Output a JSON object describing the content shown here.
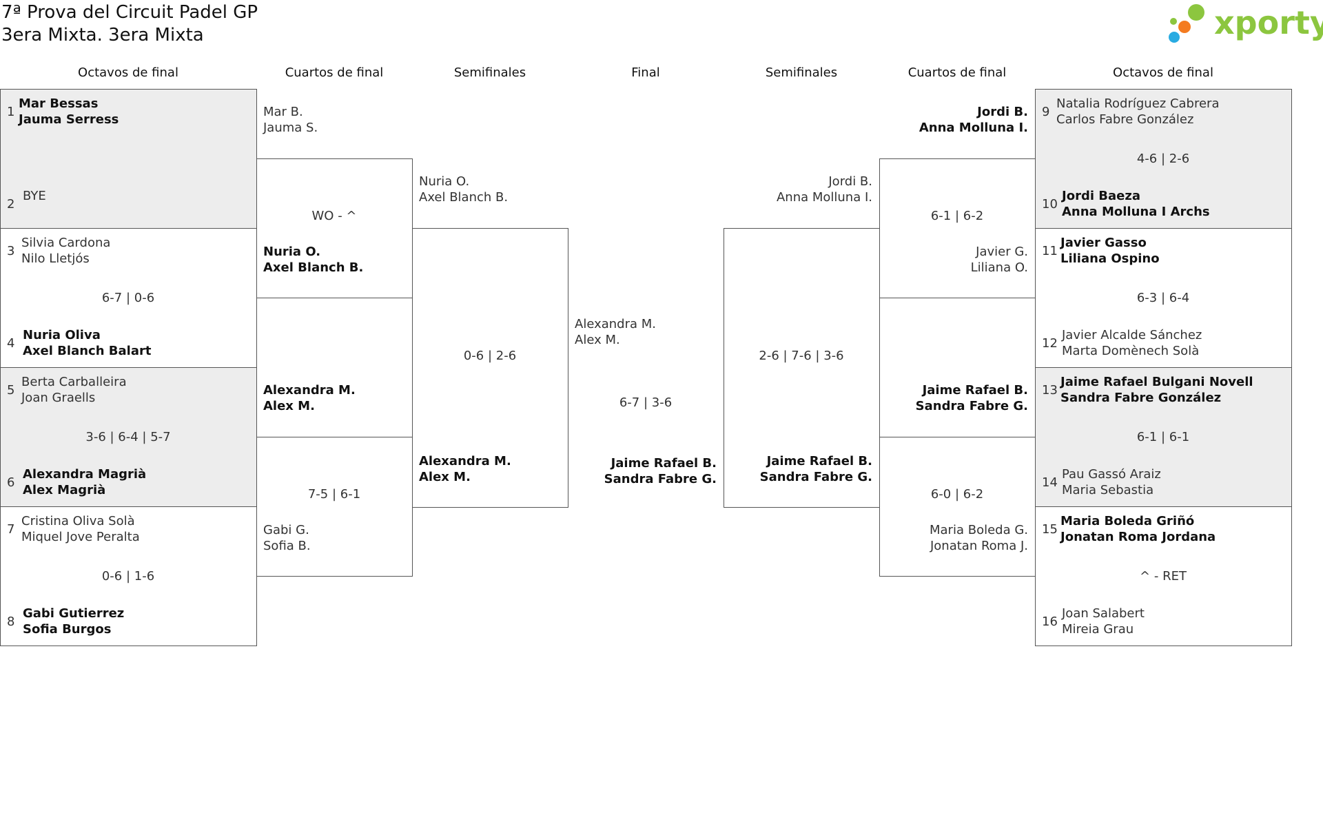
{
  "header": {
    "title_line1": "7ª Prova del Circuit Padel GP",
    "title_line2": "3era Mixta. 3era Mixta",
    "logo_text": "xporty",
    "logo_colors": [
      "#8cc63f",
      "#f47b20",
      "#29abe2"
    ]
  },
  "rounds": {
    "left": [
      "Octavos de final",
      "Cuartos de final",
      "Semifinales"
    ],
    "final": "Final",
    "right": [
      "Semifinales",
      "Cuartos de final",
      "Octavos de final"
    ]
  },
  "left_r16": [
    {
      "seed_a": "1",
      "a1": "Mar Bessas",
      "a2": "Jauma Serress",
      "seed_b": "2",
      "b1": "BYE",
      "b2": "",
      "score": "",
      "winner": "a",
      "shaded": true
    },
    {
      "seed_a": "3",
      "a1": "Silvia Cardona",
      "a2": "Nilo Lletjós",
      "seed_b": "4",
      "b1": "Nuria Oliva",
      "b2": "Axel Blanch Balart",
      "score": "6-7 | 0-6",
      "winner": "b",
      "shaded": false
    },
    {
      "seed_a": "5",
      "a1": "Berta Carballeira",
      "a2": "Joan Graells",
      "seed_b": "6",
      "b1": "Alexandra Magrià",
      "b2": "Alex Magrià",
      "score": "3-6 | 6-4 | 5-7",
      "winner": "b",
      "shaded": true
    },
    {
      "seed_a": "7",
      "a1": "Cristina Oliva Solà",
      "a2": "Miquel Jove Peralta",
      "seed_b": "8",
      "b1": "Gabi Gutierrez",
      "b2": "Sofia Burgos",
      "score": "0-6 | 1-6",
      "winner": "b",
      "shaded": false
    }
  ],
  "right_r16": [
    {
      "seed_a": "9",
      "a1": "Natalia Rodríguez Cabrera",
      "a2": "Carlos Fabre González",
      "seed_b": "10",
      "b1": "Jordi Baeza",
      "b2": "Anna Molluna I Archs",
      "score": "4-6 | 2-6",
      "winner": "b",
      "shaded": true
    },
    {
      "seed_a": "11",
      "a1": "Javier Gasso",
      "a2": "Liliana Ospino",
      "seed_b": "12",
      "b1": "Javier Alcalde Sánchez",
      "b2": "Marta Domènech Solà",
      "score": "6-3 | 6-4",
      "winner": "a",
      "shaded": false
    },
    {
      "seed_a": "13",
      "a1": "Jaime Rafael Bulgani Novell",
      "a2": "Sandra Fabre González",
      "seed_b": "14",
      "b1": "Pau Gassó Araiz",
      "b2": "Maria Sebastia",
      "score": "6-1 | 6-1",
      "winner": "a",
      "shaded": true
    },
    {
      "seed_a": "15",
      "a1": "Maria Boleda Griñó",
      "a2": "Jonatan Roma Jordana",
      "seed_b": "16",
      "b1": "Joan Salabert",
      "b2": "Mireia Grau",
      "score": "^ - RET",
      "winner": "a",
      "shaded": false
    }
  ],
  "left_qf": [
    {
      "a1": "Mar B.",
      "a2": "Jauma S.",
      "b1": "Nuria O.",
      "b2": "Axel Blanch B.",
      "score": "WO - ^",
      "winner": "b"
    },
    {
      "a1": "Alexandra M.",
      "a2": "Alex M.",
      "b1": "Gabi G.",
      "b2": "Sofia B.",
      "score": "7-5 | 6-1",
      "winner": "a"
    }
  ],
  "right_qf": [
    {
      "a1": "Jordi B.",
      "a2": "Anna Molluna I.",
      "b1": "Javier G.",
      "b2": "Liliana O.",
      "score": "6-1 | 6-2",
      "winner": "a"
    },
    {
      "a1": "Jaime Rafael B.",
      "a2": "Sandra Fabre G.",
      "b1": "Maria Boleda G.",
      "b2": "Jonatan Roma J.",
      "score": "6-0 | 6-2",
      "winner": "a"
    }
  ],
  "left_sf": {
    "a1": "Nuria O.",
    "a2": "Axel Blanch B.",
    "b1": "Alexandra M.",
    "b2": "Alex M.",
    "score": "0-6 | 2-6",
    "winner": "b"
  },
  "right_sf": {
    "a1": "Jordi B.",
    "a2": "Anna Molluna I.",
    "b1": "Jaime Rafael B.",
    "b2": "Sandra Fabre G.",
    "score": "2-6 | 7-6 | 3-6",
    "winner": "b"
  },
  "final": {
    "a1": "Alexandra M.",
    "a2": "Alex M.",
    "b1": "Jaime Rafael B.",
    "b2": "Sandra Fabre G.",
    "score": "6-7 | 3-6",
    "winner": "b"
  }
}
